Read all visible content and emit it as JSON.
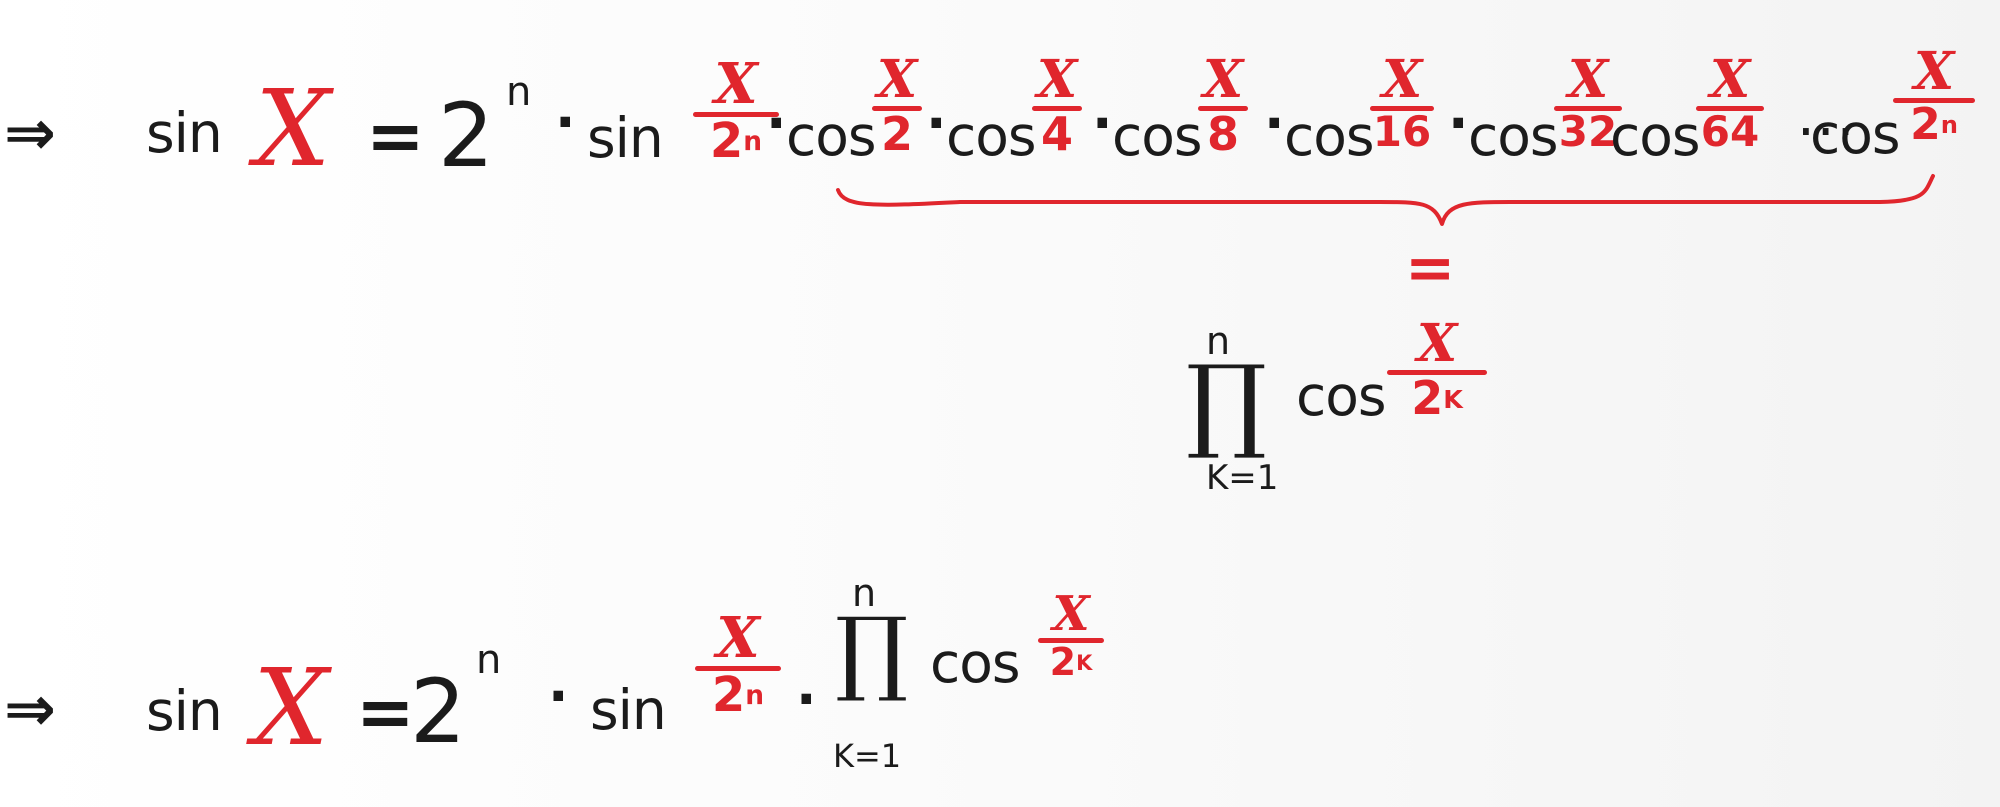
{
  "equation_1": {
    "arrow": "⇒",
    "lhs_func": "sin",
    "lhs_var": "X",
    "equals": "=",
    "coefficient_base": "2",
    "coefficient_exponent": "n",
    "times_1": "·",
    "sin_func": "sin",
    "sin_fraction": {
      "numerator": "X",
      "denominator_base": "2",
      "denominator_exponent": "n"
    },
    "product_terms": [
      {
        "dot": "·",
        "func": "cos",
        "numerator": "X",
        "denominator": "2"
      },
      {
        "dot": "·",
        "func": "cos",
        "numerator": "X",
        "denominator": "4"
      },
      {
        "dot": "·",
        "func": "cos",
        "numerator": "X",
        "denominator": "8"
      },
      {
        "dot": "·",
        "func": "cos",
        "numerator": "X",
        "denominator": "16"
      },
      {
        "dot": "·",
        "func": "cos",
        "numerator": "X",
        "denominator": "32"
      },
      {
        "dot": "",
        "func": "cos",
        "numerator": "X",
        "denominator": "64"
      }
    ],
    "ellipsis": "···",
    "last_term": {
      "func": "cos",
      "numerator": "X",
      "denominator_base": "2",
      "denominator_exponent": "n"
    }
  },
  "brace_annotation": {
    "equals": "=",
    "product_symbol": "∏",
    "upper_limit": "n",
    "lower_limit": "K=1",
    "func": "cos",
    "numerator": "X",
    "denominator_base": "2",
    "denominator_exponent": "K"
  },
  "equation_2": {
    "arrow": "⇒",
    "lhs_func": "sin",
    "lhs_var": "X",
    "equals": "=",
    "coefficient_base": "2",
    "coefficient_exponent": "n",
    "times_1": "·",
    "sin_func": "sin",
    "sin_fraction": {
      "numerator": "X",
      "denominator_base": "2",
      "denominator_exponent": "n"
    },
    "times_2": "·",
    "product_symbol": "∏",
    "upper_limit": "n",
    "lower_limit": "K=1",
    "func": "cos",
    "fraction": {
      "numerator": "X",
      "denominator_base": "2",
      "denominator_exponent": "K"
    }
  },
  "colors": {
    "ink": "#1b1b1b",
    "red": "#e0262d",
    "background": "#ffffff"
  }
}
